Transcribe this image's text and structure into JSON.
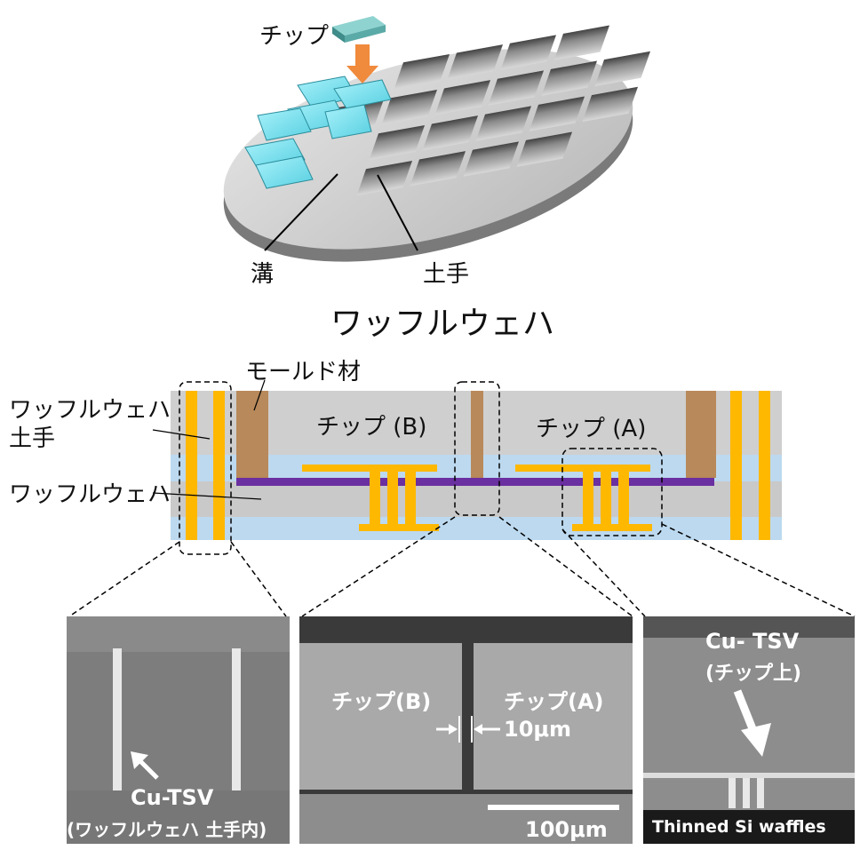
{
  "wafer": {
    "chip_label": "チップ",
    "trench_label": "溝",
    "bank_label": "土手",
    "title": "ワッフルウェハ"
  },
  "cross_section": {
    "mold_label": "モールド材",
    "bank_label_line1": "ワッフルウェハ",
    "bank_label_line2": "土手",
    "wafer_label": "ワッフルウェハ",
    "chip_b": "チップ (B)",
    "chip_a": "チップ (A)"
  },
  "photos": {
    "left": {
      "caption_line1": "Cu-TSV",
      "caption_line2": "(ワッフルウェハ 土手内)"
    },
    "middle": {
      "chip_b": "チップ(B)",
      "chip_a": "チップ(A)",
      "gap": "10μm",
      "scale": "100μm"
    },
    "right": {
      "caption_line1": "Cu- TSV",
      "caption_line2": "(チップ上)",
      "footer": "Thinned Si waffles"
    }
  },
  "colors": {
    "chip": "#7fe0ef",
    "tsv": "#ffb800",
    "redistribution": "#6a2fa0",
    "mold": "#b8895a",
    "wafer": "#c9c9c9",
    "lower_layer": "#bcd9ef"
  }
}
